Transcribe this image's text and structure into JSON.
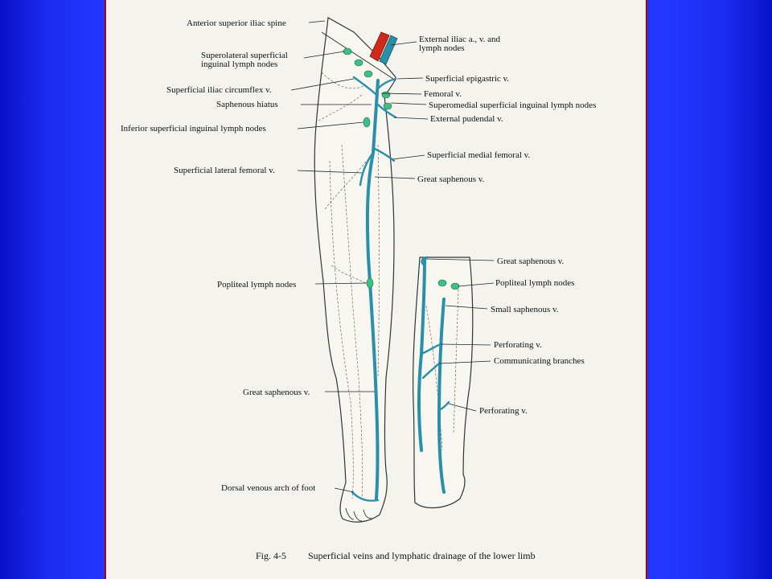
{
  "figure": {
    "caption_prefix": "Fig. 4-5",
    "caption_text": "Superficial veins and lymphatic drainage of the lower limb",
    "colors": {
      "vein": "#2a8fa8",
      "lymph_node": "#3fbf86",
      "artery": "#d02a1a",
      "slide_background": "#2437ff",
      "page": "#f4f3ee"
    }
  },
  "labels_left": {
    "asis": "Anterior superior iliac spine",
    "superolateral_1": "Superolateral superficial",
    "superolateral_2": "inguinal lymph nodes",
    "iliac_circumflex": "Superficial iliac circumflex v.",
    "saphenous_hiatus": "Saphenous hiatus",
    "inferior_nodes": "Inferior superficial inguinal lymph nodes",
    "lateral_femoral": "Superficial lateral femoral v.",
    "popliteal_nodes": "Popliteal lymph nodes",
    "great_saphenous": "Great saphenous v.",
    "dorsal_arch": "Dorsal venous arch of foot"
  },
  "labels_right": {
    "external_iliac_1": "External iliac a., v. and",
    "external_iliac_2": "lymph nodes",
    "epigastric": "Superficial epigastric v.",
    "femoral": "Femoral v.",
    "superomedial": "Superomedial superficial inguinal lymph nodes",
    "pudendal": "External pudendal v.",
    "medial_femoral": "Superficial medial femoral v.",
    "great_saphenous": "Great saphenous v."
  },
  "labels_inset": {
    "great_saphenous": "Great saphenous v.",
    "popliteal_nodes": "Popliteal lymph nodes",
    "small_saphenous": "Small saphenous v.",
    "perforating_1": "Perforating v.",
    "communicating": "Communicating branches",
    "perforating_2": "Perforating v."
  }
}
